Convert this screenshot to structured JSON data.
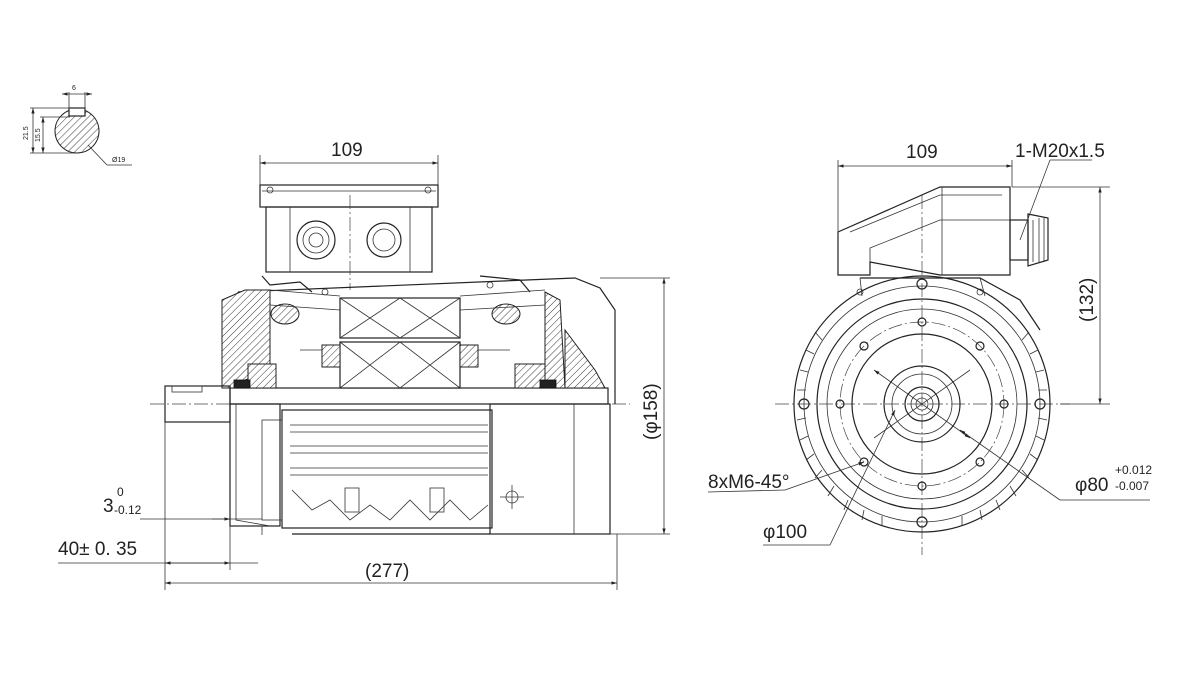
{
  "shaft_detail": {
    "key_width": "6",
    "height_outer": "21.5",
    "height_inner": "15.5",
    "diameter": "Ø19"
  },
  "side_view": {
    "terminal_box_width": "109",
    "overall_height": "(φ158)",
    "overall_length": "(277)",
    "shaft_shoulder_main": "3",
    "shaft_shoulder_upper": "0",
    "shaft_shoulder_lower": "-0.12",
    "shaft_length": "40± 0. 35"
  },
  "end_view": {
    "terminal_box_width": "109",
    "cable_gland": "1-M20x1.5",
    "box_height": "(132)",
    "flange_holes": "8xM6-45°",
    "pitch_circle": "φ100",
    "spigot_diameter": "φ80",
    "spigot_tol_upper": "+0.012",
    "spigot_tol_lower": "-0.007"
  }
}
